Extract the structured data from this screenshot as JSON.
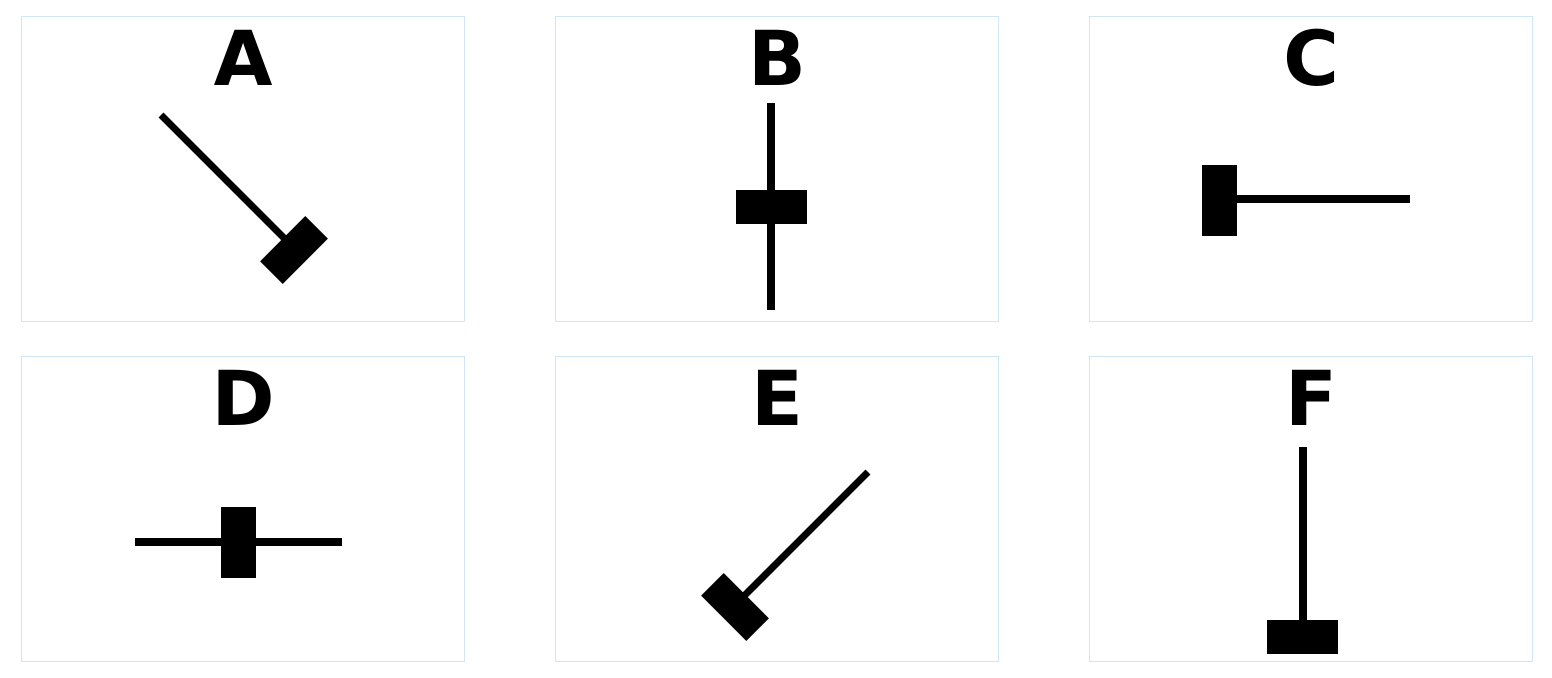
{
  "panels": [
    {
      "label": "A",
      "glyph": "diagonal stick from upper-left to lower-right with a bar at the lower end"
    },
    {
      "label": "B",
      "glyph": "vertical stick with a bar across its middle"
    },
    {
      "label": "C",
      "glyph": "horizontal stick with a bar at the left end"
    },
    {
      "label": "D",
      "glyph": "horizontal stick with a bar across its middle"
    },
    {
      "label": "E",
      "glyph": "diagonal stick from upper-right to lower-left with a bar at the lower end"
    },
    {
      "label": "F",
      "glyph": "vertical stick with a bar at the bottom end"
    }
  ],
  "colors": {
    "stroke": "#000000",
    "panel_border": "#cfe6f7",
    "background": "#ffffff"
  }
}
